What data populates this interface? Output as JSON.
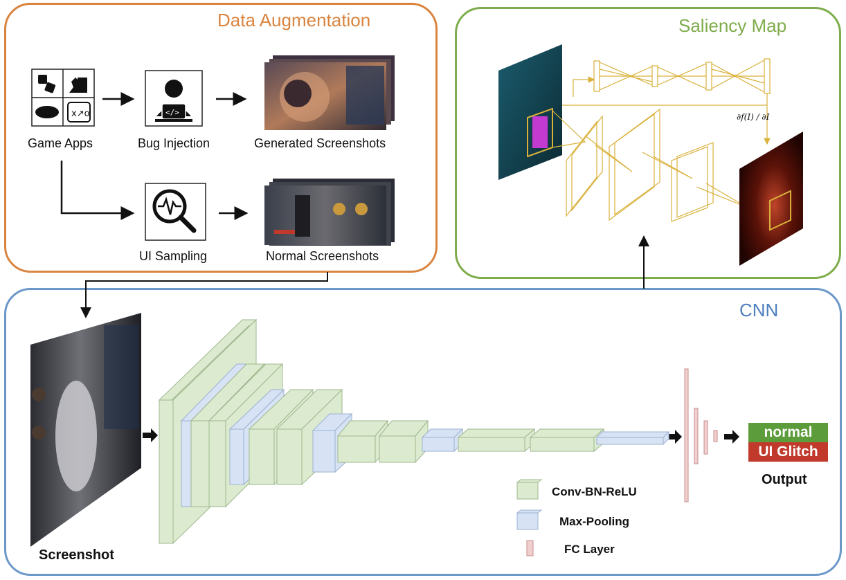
{
  "augmentation": {
    "title": "Data Augmentation",
    "game_apps": "Game Apps",
    "bug_injection": "Bug Injection",
    "generated_screenshots": "Generated Screenshots",
    "ui_sampling": "UI Sampling",
    "normal_screenshots": "Normal Screenshots"
  },
  "saliency": {
    "title": "Saliency Map",
    "gradient_label": "∂f(I) / ∂I"
  },
  "cnn": {
    "title": "CNN",
    "screenshot_label": "Screenshot",
    "output_label": "Output",
    "output_classes": {
      "normal": "normal",
      "glitch": "UI Glitch"
    },
    "legend": {
      "conv": "Conv-BN-ReLU",
      "pool": "Max-Pooling",
      "fc": "FC Layer"
    }
  },
  "colors": {
    "augmentation_border": "#d9843f",
    "saliency_border": "#7fac4b",
    "cnn_border": "#6b98c9",
    "conv_fill": "#dcebd0",
    "pool_fill": "#d7e3f5",
    "fc_fill": "#f2cfcf",
    "saliency_lines": "#d9b13a"
  },
  "icons": [
    "game-apps-icon",
    "bug-injection-icon",
    "ui-sampling-icon",
    "arrow-icon"
  ]
}
